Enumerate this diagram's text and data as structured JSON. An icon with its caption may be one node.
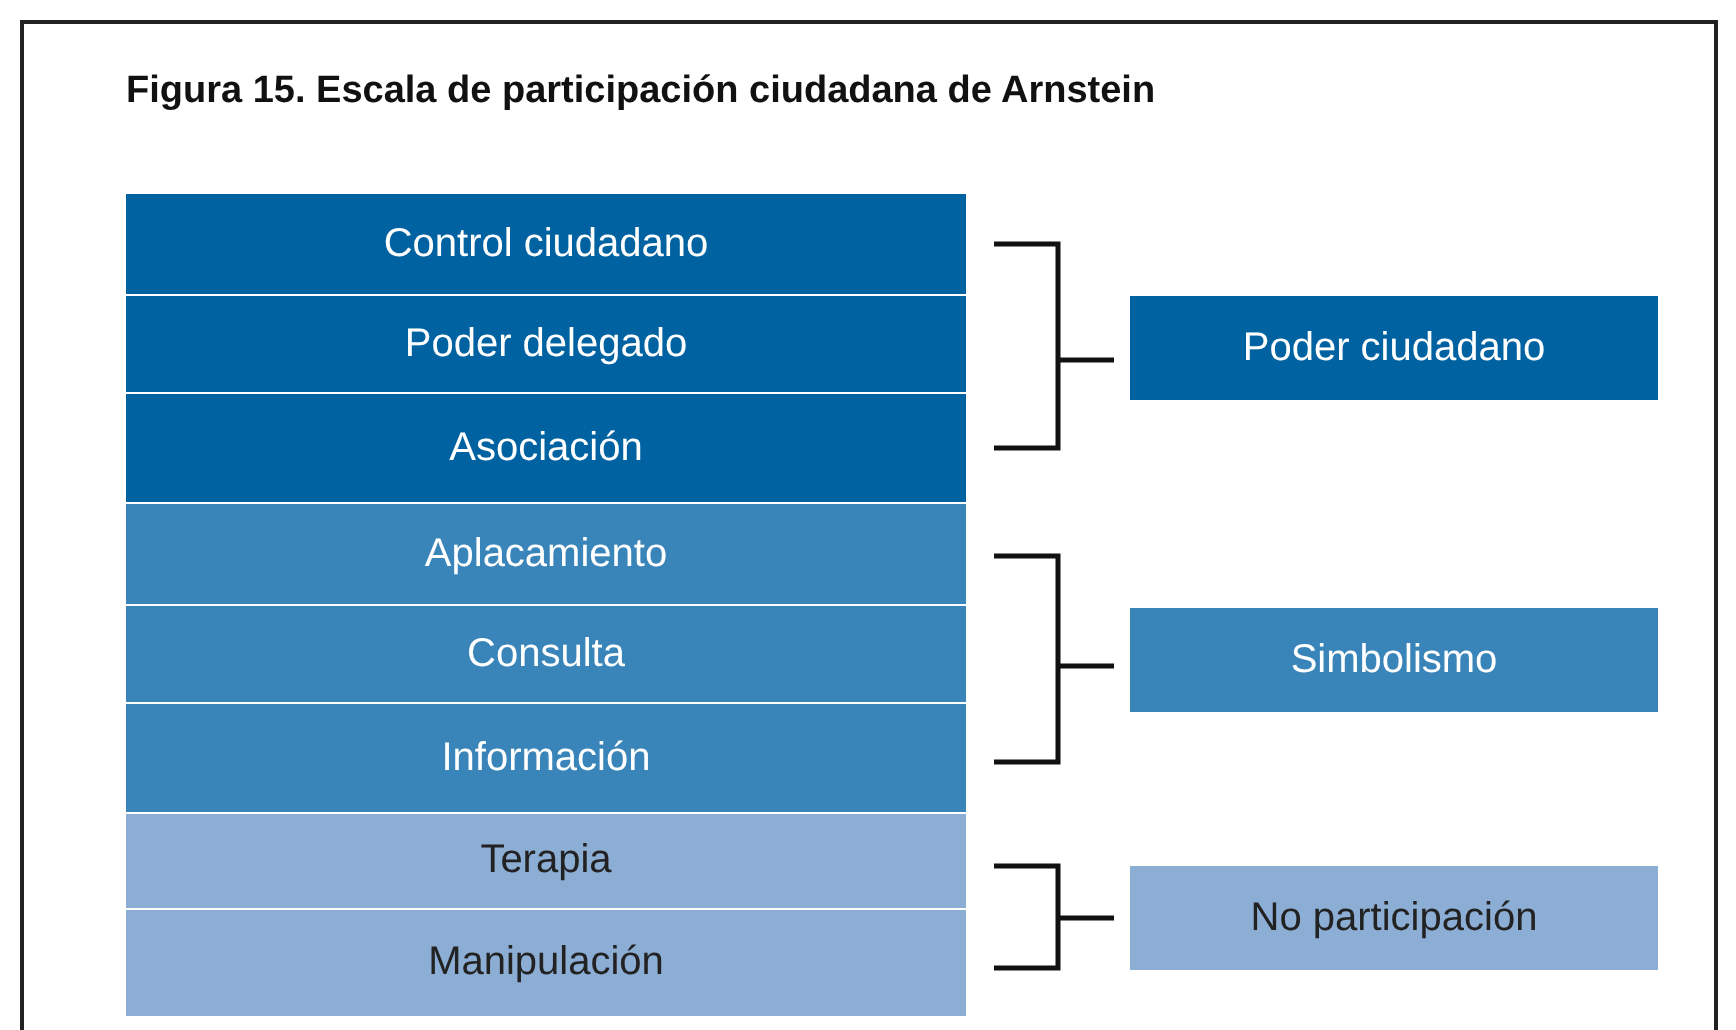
{
  "diagram": {
    "title": "Figura 15. Escala de participación ciudadana de Arnstein",
    "nodes": [
      {
        "text": [
          "Control ciudadano"
        ]
      },
      {
        "text": [
          "Poder delegado"
        ]
      },
      {
        "text": [
          "Asociación"
        ]
      },
      {
        "text": [
          "Aplacamiento"
        ]
      },
      {
        "text": [
          "Consulta"
        ]
      },
      {
        "text": [
          "Información"
        ]
      },
      {
        "text": [
          "Terapia"
        ]
      },
      {
        "text": [
          "Manipulación"
        ]
      },
      {
        "text": [
          "Poder ciudadano"
        ]
      },
      {
        "text": [
          "Simbolismo"
        ]
      },
      {
        "text": [
          "No participación"
        ]
      }
    ]
  }
}
